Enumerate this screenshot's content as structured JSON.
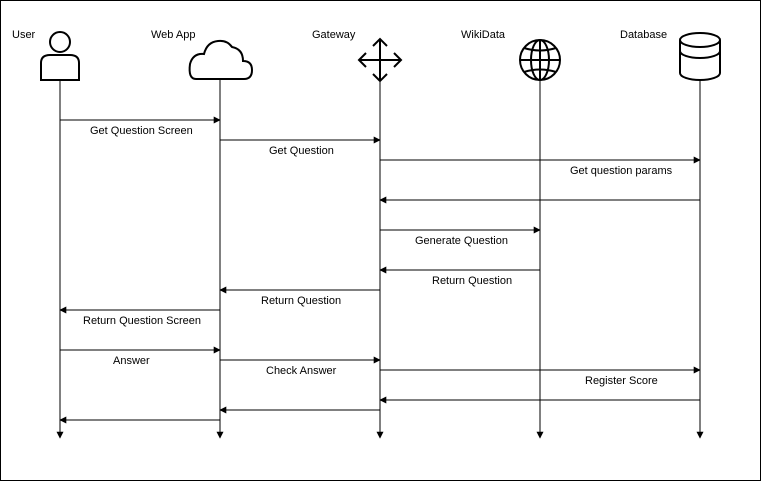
{
  "participants": [
    {
      "id": "user",
      "label": "User",
      "icon": "user-icon"
    },
    {
      "id": "webapp",
      "label": "Web App",
      "icon": "cloud-icon"
    },
    {
      "id": "gateway",
      "label": "Gateway",
      "icon": "gateway-arrows-icon"
    },
    {
      "id": "wikidata",
      "label": "WikiData",
      "icon": "globe-icon"
    },
    {
      "id": "database",
      "label": "Database",
      "icon": "database-icon"
    }
  ],
  "messages": [
    {
      "from": "user",
      "to": "webapp",
      "label": "Get Question Screen"
    },
    {
      "from": "webapp",
      "to": "gateway",
      "label": "Get Question"
    },
    {
      "from": "gateway",
      "to": "database",
      "label": "Get question params"
    },
    {
      "from": "database",
      "to": "gateway",
      "label": ""
    },
    {
      "from": "gateway",
      "to": "wikidata",
      "label": "Generate Question"
    },
    {
      "from": "wikidata",
      "to": "gateway",
      "label": "Return Question"
    },
    {
      "from": "gateway",
      "to": "webapp",
      "label": "Return Question"
    },
    {
      "from": "webapp",
      "to": "user",
      "label": "Return Question Screen"
    },
    {
      "from": "user",
      "to": "webapp",
      "label": "Answer"
    },
    {
      "from": "webapp",
      "to": "gateway",
      "label": "Check Answer"
    },
    {
      "from": "gateway",
      "to": "database",
      "label": "Register Score"
    },
    {
      "from": "database",
      "to": "gateway",
      "label": ""
    },
    {
      "from": "gateway",
      "to": "webapp",
      "label": ""
    },
    {
      "from": "webapp",
      "to": "user",
      "label": ""
    }
  ],
  "colors": {
    "line": "#000000",
    "background": "#ffffff"
  }
}
